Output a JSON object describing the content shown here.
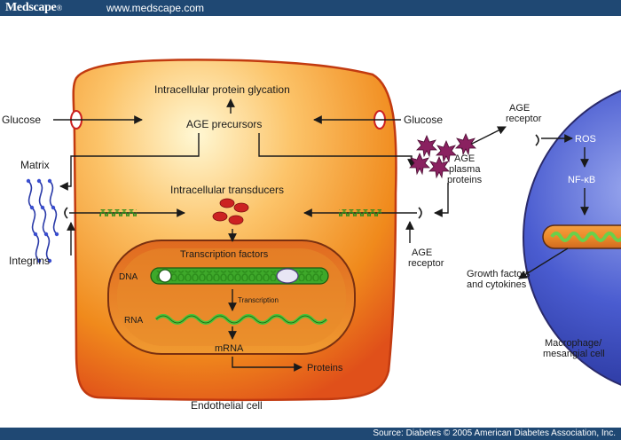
{
  "header": {
    "brand": "Medscape",
    "brand_mark": "®",
    "url": "www.medscape.com"
  },
  "footer": {
    "source": "Source: Diabetes © 2005 American Diabetes Association, Inc."
  },
  "diagram": {
    "labels": {
      "glucose_left": "Glucose",
      "glucose_right": "Glucose",
      "intracellular_glycation": "Intracellular  protein glycation",
      "age_precursors": "AGE precursors",
      "matrix": "Matrix",
      "intracellular_transducers": "Intracellular transducers",
      "age_plasma_1": "AGE",
      "age_plasma_2": "plasma",
      "age_plasma_3": "proteins",
      "age_receptor_top_1": "AGE",
      "age_receptor_top_2": "receptor",
      "ros": "ROS",
      "nfkb": "NF-κB",
      "transcription_factors": "Transcription factors",
      "dna": "DNA",
      "transcription": "Transcription",
      "rna": "RNA",
      "mrna": "mRNA",
      "proteins": "Proteins",
      "integrins": "Integrins",
      "age_receptor_bottom_1": "AGE",
      "age_receptor_bottom_2": "receptor",
      "growth_factors_1": "Growth factors",
      "growth_factors_2": "and cytokines",
      "macrophage_1": "Macrophage/",
      "macrophage_2": "mesangial cell",
      "endothelial_cell": "Endothelial cell"
    },
    "colors": {
      "cell_orange": "#f08a1c",
      "cell_core": "#fff6c8",
      "macrophage_blue": "#2a3ca8",
      "dna_green": "#4cc43a",
      "receptor_red": "#cc2020",
      "age_protein_purple": "#8a2160"
    }
  }
}
